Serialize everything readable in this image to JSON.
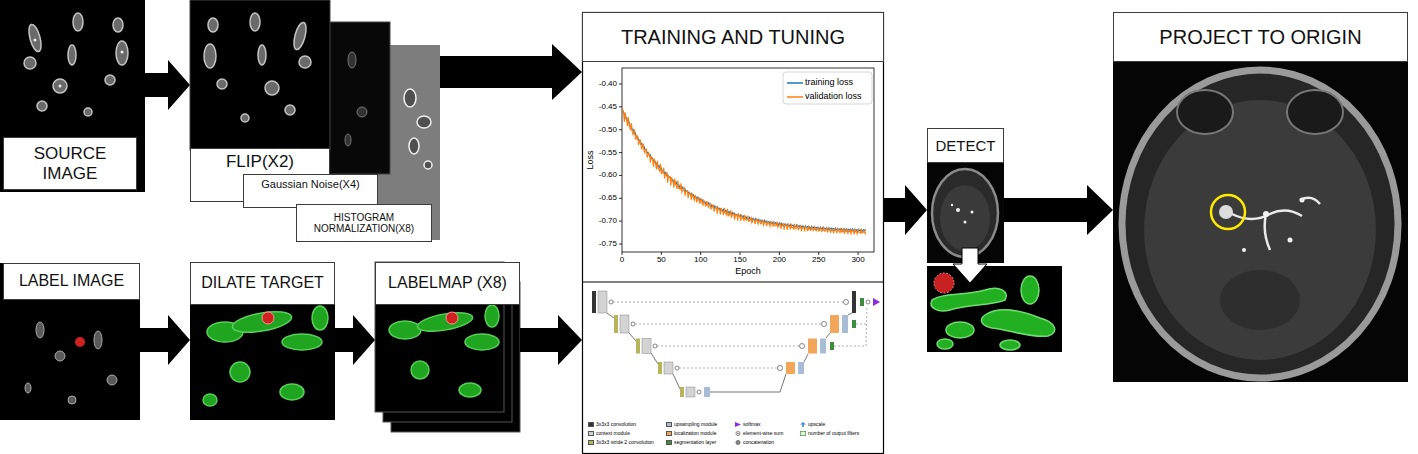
{
  "diagram": {
    "nodes": [
      {
        "text": [
          "SOURCE IMAGE"
        ]
      },
      {
        "text": [
          "FLIP(X2)"
        ]
      },
      {
        "text": [
          "Gaussian Noise(X4)"
        ]
      },
      {
        "text": [
          "HISTOGRAM NORMALIZATION(X8)"
        ]
      },
      {
        "text": [
          "TRAINING AND TUNING"
        ]
      },
      {
        "text": [
          "DETECT"
        ]
      },
      {
        "text": [
          "PROJECT TO ORIGIN"
        ]
      },
      {
        "text": [
          "LABEL IMAGE"
        ]
      },
      {
        "text": [
          "DILATE TARGET"
        ]
      },
      {
        "text": [
          "LABELMAP (X8)"
        ]
      }
    ],
    "edges": [
      {
        "from": 0,
        "to": 1,
        "arrow": "to"
      },
      {
        "from": 3,
        "to": 4,
        "arrow": "to"
      },
      {
        "from": 4,
        "to": 5,
        "arrow": "to"
      },
      {
        "from": 5,
        "to": 6,
        "arrow": "to"
      },
      {
        "from": 7,
        "to": 8,
        "arrow": "to"
      },
      {
        "from": 8,
        "to": 9,
        "arrow": "to"
      },
      {
        "from": 9,
        "to": 4,
        "arrow": "to"
      }
    ],
    "labels": [
      "-0.40",
      "-0.45",
      "-0.50",
      "-0.55",
      "-0.60",
      "-0.65",
      "-0.70",
      "-0.75",
      "Loss",
      "0",
      "50",
      "100",
      "150",
      "200",
      "250",
      "300",
      "Epoch"
    ],
    "legend": [
      {
        "text": "training loss"
      },
      {
        "text": "validation loss"
      },
      {
        "text": "3x3x3 convolution",
        "color": "#333333"
      },
      {
        "text": "upsampling module",
        "color": "#a9bcd6"
      },
      {
        "text": "softmax"
      },
      {
        "text": "upscale"
      },
      {
        "text": "context module",
        "color": "#d3d3d3"
      },
      {
        "text": "localization module",
        "color": "#f2a65a"
      },
      {
        "text": "element-wise sum"
      },
      {
        "text": "number of output filters"
      },
      {
        "text": "3x3x3 stride 2 convolution",
        "color": "#b8b45a"
      },
      {
        "text": "segmentation layer",
        "color": "#3d8b3d"
      },
      {
        "text": "concatenation"
      }
    ]
  }
}
